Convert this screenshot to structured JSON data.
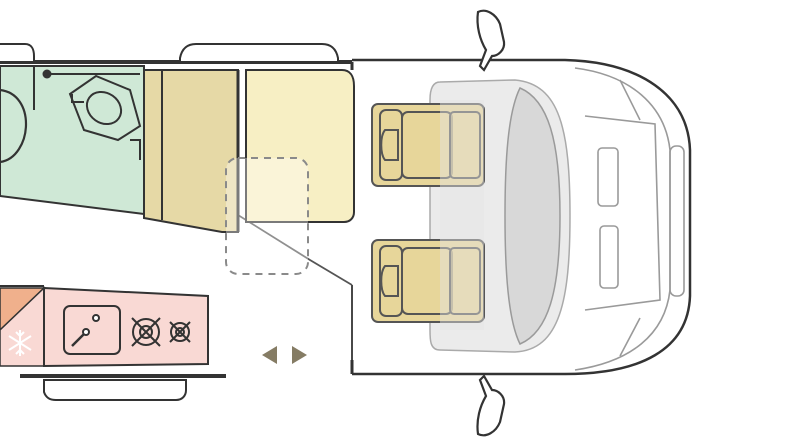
{
  "floorplan": {
    "zones": [
      {
        "name": "bathroom",
        "fill": "#cfe8d6"
      },
      {
        "name": "wardrobe",
        "fill": "#e6d9a6"
      },
      {
        "name": "dinette-bench",
        "fill": "#f7efc4"
      },
      {
        "name": "kitchen",
        "fill": "#f9d9d4"
      },
      {
        "name": "fridge",
        "fill": "#f0b08c"
      },
      {
        "name": "cab-seats",
        "fill": "#e7d69a"
      }
    ],
    "icons": [
      "toilet-icon",
      "sink-icon",
      "stove-burner-icon",
      "snowflake-icon",
      "arrow-left-icon",
      "arrow-right-icon",
      "side-mirror-icon"
    ],
    "outline_color": "#333333",
    "cab_line_color": "#9a9a9a",
    "arrow_color": "#857c64"
  }
}
